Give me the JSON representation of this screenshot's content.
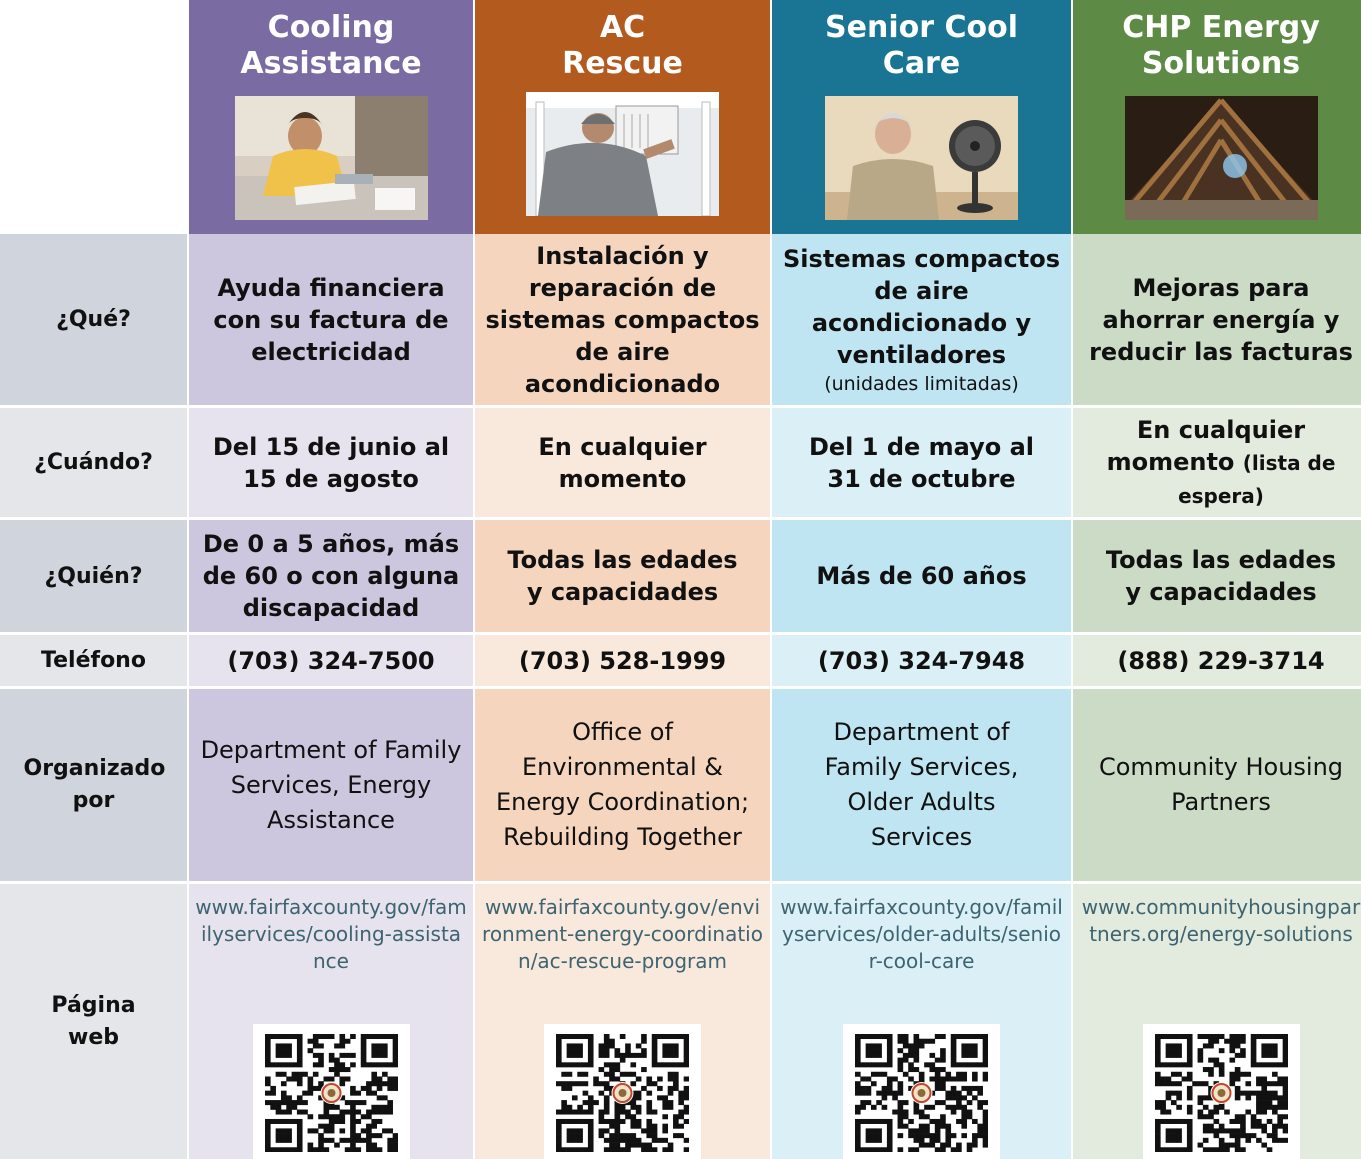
{
  "programs": [
    {
      "title": "Cooling Assistance",
      "what": "Ayuda financiera con su factura de electricidad",
      "what_note": "",
      "when": "Del 15 de junio al 15 de agosto",
      "when_note": "",
      "who": "De 0 a 5 años, más de 60 o con alguna discapacidad",
      "phone": "(703) 324-7500",
      "org": "Department of Family Services, Energy Assistance",
      "web": "www.fairfaxcounty.gov/familyservices/cooling-assistance",
      "photo": "woman-reviewing-bills-photo"
    },
    {
      "title": "AC Rescue",
      "what": "Instalación y reparación de sistemas compactos de aire acondicionado",
      "what_note": "",
      "when": "En cualquier momento",
      "when_note": "",
      "who": "Todas las edades y capacidades",
      "phone": "(703) 528-1999",
      "org": "Office of Environmental & Energy Coordination; Rebuilding Together",
      "web": "www.fairfaxcounty.gov/environment-energy-coordination/ac-rescue-program",
      "photo": "man-installing-window-ac-photo"
    },
    {
      "title": "Senior Cool Care",
      "what": "Sistemas compactos de aire acondicionado y ventiladores",
      "what_note": "(unidades limitadas)",
      "when": "Del 1 de mayo al 31 de octubre",
      "when_note": "",
      "who": "Más de 60 años",
      "phone": "(703) 324-7948",
      "org": "Department of Family Services, Older Adults Services",
      "web": "www.fairfaxcounty.gov/familyservices/older-adults/senior-cool-care",
      "photo": "senior-woman-with-fan-photo"
    },
    {
      "title": "CHP Energy Solutions",
      "what": "Mejoras para ahorrar energía y reducir las facturas",
      "what_note": "",
      "when": "En cualquier momento",
      "when_note": "(lista de espera)",
      "who": "Todas las edades y capacidades",
      "phone": "(888) 229-3714",
      "org": "Community Housing Partners",
      "web": "www.communityhousingpartners.org/energy-solutions",
      "photo": "attic-insulation-photo"
    }
  ],
  "row_labels": {
    "what": "¿Qué?",
    "when": "¿Cuándo?",
    "who": "¿Quién?",
    "phone": "Teléfono",
    "org": "Organizado por",
    "web": "Página web"
  },
  "colors": {
    "cooling_header": "#7b6ba3",
    "ac_rescue_header": "#b35b1e",
    "senior_header": "#1a7594",
    "chp_header": "#5d8a45",
    "url_text": "#3d6470"
  },
  "icons": [
    "qr-code-icon"
  ]
}
